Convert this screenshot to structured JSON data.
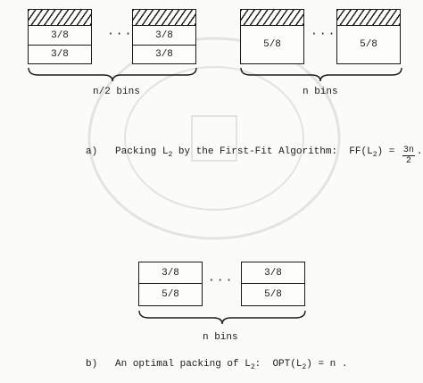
{
  "diagram_a": {
    "group1": {
      "bin_left": {
        "top": "3/8",
        "bottom": "3/8"
      },
      "ellipsis": "···",
      "bin_right": {
        "top": "3/8",
        "bottom": "3/8"
      },
      "label": "n/2 bins"
    },
    "group2": {
      "bin_left": {
        "middle": "5/8"
      },
      "ellipsis": "···",
      "bin_right": {
        "middle": "5/8"
      },
      "label": "n bins"
    },
    "caption": {
      "prefix": "a)",
      "text": "Packing L",
      "sub": "2",
      "text2": " by the First-Fit Algorithm:  FF(L",
      "sub2": "2",
      "text3": ") = ",
      "frac_num": "3n",
      "frac_den": "2",
      "end": "."
    }
  },
  "diagram_b": {
    "bin_left": {
      "top": "3/8",
      "bottom": "5/8"
    },
    "ellipsis": "···",
    "bin_right": {
      "top": "3/8",
      "bottom": "5/8"
    },
    "label": "n bins",
    "caption": {
      "prefix": "b)",
      "text": "An optimal packing of L",
      "sub": "2",
      "text2": ":  OPT(L",
      "sub2": "2",
      "text3": ") = n ."
    }
  }
}
